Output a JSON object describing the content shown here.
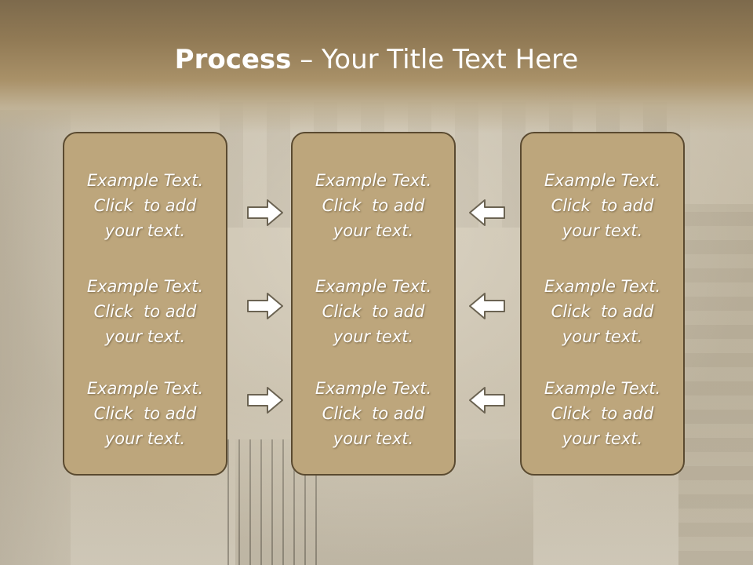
{
  "slide": {
    "title_bold": "Process",
    "title_dash": " – ",
    "title_rest": "Your Title Text Here"
  },
  "columns": [
    {
      "items": [
        {
          "line1": "Example Text.",
          "line2": "Click  to add",
          "line3": "your text."
        },
        {
          "line1": "Example Text.",
          "line2": "Click  to add",
          "line3": "your text."
        },
        {
          "line1": "Example Text.",
          "line2": "Click  to add",
          "line3": "your text."
        }
      ]
    },
    {
      "items": [
        {
          "line1": "Example Text.",
          "line2": "Click  to add",
          "line3": "your text."
        },
        {
          "line1": "Example Text.",
          "line2": "Click  to add",
          "line3": "your text."
        },
        {
          "line1": "Example Text.",
          "line2": "Click  to add",
          "line3": "your text."
        }
      ]
    },
    {
      "items": [
        {
          "line1": "Example Text.",
          "line2": "Click  to add",
          "line3": "your text."
        },
        {
          "line1": "Example Text.",
          "line2": "Click  to add",
          "line3": "your text."
        },
        {
          "line1": "Example Text.",
          "line2": "Click  to add",
          "line3": "your text."
        }
      ]
    }
  ],
  "arrows": {
    "left_group": "right-arrow-icon",
    "right_group": "left-arrow-icon"
  },
  "colors": {
    "panel_fill": "#bda67c",
    "panel_border": "#5a4a30",
    "title_bar": "#917a55",
    "text": "#ffffff"
  }
}
